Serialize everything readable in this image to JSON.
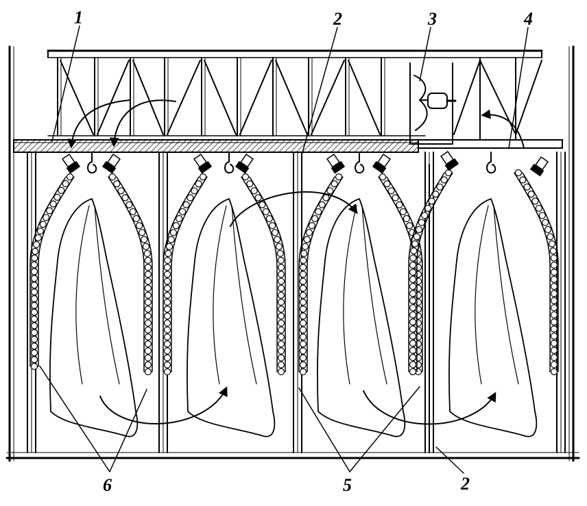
{
  "callouts": {
    "c1": "1",
    "c2_top": "2",
    "c3": "3",
    "c4": "4",
    "c2_bottom": "2",
    "c5": "5",
    "c6": "6"
  },
  "colors": {
    "ink": "#000000",
    "paper": "#ffffff"
  }
}
